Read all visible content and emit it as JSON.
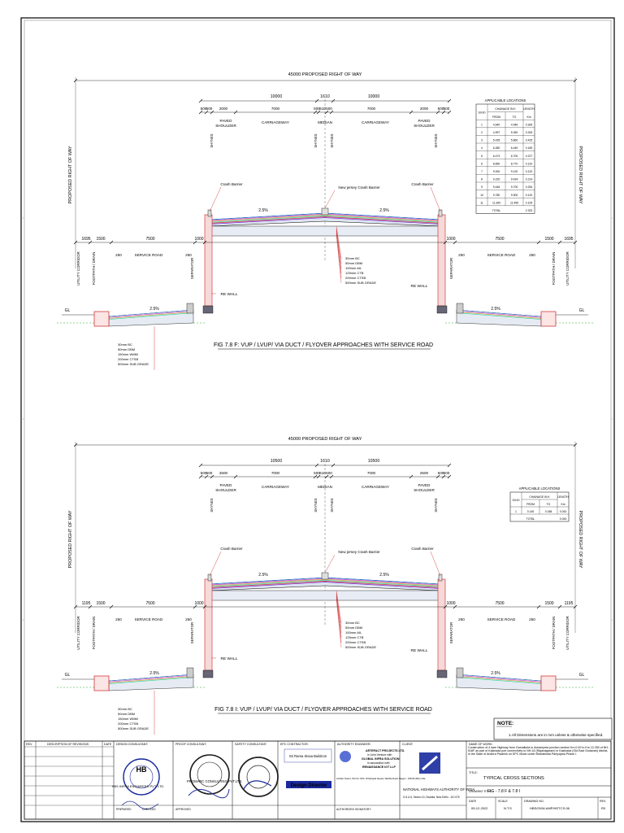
{
  "figures": [
    {
      "row_label": "45000 PROPOSED RIGHT OF WAY",
      "halves": [
        "10000",
        "10000"
      ],
      "median_total": "1610",
      "lanes": [
        "500",
        "500",
        "2000",
        "7000",
        "500",
        "610",
        "500",
        "7000",
        "2000",
        "500",
        "500"
      ],
      "service_dims": [
        "1695",
        "1500",
        "7500",
        "1000",
        "1000",
        "7500",
        "1500",
        "1695"
      ],
      "small_dims": [
        "250",
        "250",
        "250",
        "250"
      ],
      "caption": "FIG 7.8 F: VUP / LVUP/ VIA DUCT / FLYOVER APPROACHES WITH SERVICE ROAD"
    },
    {
      "row_label": "45000 PROPOSED RIGHT OF WAY",
      "halves": [
        "10500",
        "10500"
      ],
      "median_total": "1610",
      "lanes": [
        "500",
        "500",
        "2500",
        "7000",
        "500",
        "610",
        "500",
        "7000",
        "2500",
        "500",
        "500"
      ],
      "service_dims": [
        "1195",
        "1500",
        "7500",
        "1000",
        "1000",
        "7500",
        "1500",
        "1195"
      ],
      "small_dims": [
        "250",
        "250",
        "250",
        "250"
      ],
      "caption": "FIG 7.8 I: VUP / LVUP/ VIA DUCT / FLYOVER APPROACHES WITH SERVICE ROAD"
    }
  ],
  "labels": {
    "paved_shoulder": [
      "PAVED",
      "SHOULDER"
    ],
    "carriageway": "CARRIAGEWAY",
    "median": "MEDIAN",
    "service_road": "SERVICE ROAD",
    "crash_barrier": "Crash Barrier",
    "nj_barrier": "New jersey Crash Barrier",
    "re_wall": "RE WALL",
    "gl": "GL",
    "slope": "2.5%",
    "prow": "PROPOSED RIGHT OF WAY",
    "separator": "SEPARATOR",
    "footpath": "FOOTPATH / DRAIN",
    "utility": "UTILITY CORRIDOR",
    "main_layers": [
      "30mm BC",
      "50mm DBM",
      "100mm AIL",
      "125mm CTB",
      "200mm CTSB",
      "500mm SUB GRADE"
    ],
    "service_layers": [
      "30mm BC",
      "50mm DBM",
      "150mm WMM",
      "200mm CTSB",
      "500mm SUB GRADE"
    ]
  },
  "locations_table_1": {
    "title": "APPLICABLE LOCATIONS",
    "headers": [
      "Sl.NO",
      "CHAINAGE IN K",
      "LENGTH"
    ],
    "sub_headers": [
      "FROM",
      "TO",
      "Km"
    ],
    "rows": [
      [
        "1",
        "4.640",
        "4.946",
        "0.306"
      ],
      [
        "2",
        "4.997",
        "5.260",
        "0.263"
      ],
      [
        "3",
        "5.435",
        "5.860",
        "0.425"
      ],
      [
        "4",
        "6.280",
        "6.449",
        "0.169"
      ],
      [
        "5",
        "6.473",
        "6.700",
        "0.227"
      ],
      [
        "6",
        "8.650",
        "8.770",
        "0.120"
      ],
      [
        "7",
        "9.000",
        "9.120",
        "0.120"
      ],
      [
        "8",
        "9.220",
        "9.434",
        "0.214"
      ],
      [
        "9",
        "9.446",
        "9.700",
        "0.254"
      ],
      [
        "10",
        "9.780",
        "9.900",
        "0.120"
      ],
      [
        "11",
        "11.390",
        "11.495",
        "0.105"
      ]
    ],
    "total_label": "TOTAL",
    "total": "2.323"
  },
  "locations_table_2": {
    "title": "APPLICABLE LOCATIONS",
    "headers": [
      "Sl.NO",
      "CHAINAGE IN K",
      "LENGTH"
    ],
    "sub_headers": [
      "FROM",
      "TO",
      "Km"
    ],
    "rows": [
      [
        "1",
        "0.145",
        "0.188",
        "0.043"
      ]
    ],
    "total_label": "TOTAL",
    "total": "0.043"
  },
  "note": {
    "title": "NOTE:",
    "text": "1.All Dimensions are in mm unless & otherwise specified."
  },
  "title_block": {
    "rev": "REV.",
    "desc": "DESCRIPTION OF REVISIONS",
    "date_h": "DATE",
    "design_consultant": "DESIGN CONSULTANT:",
    "proof_consultant": "PROOF CONSULTANT:",
    "safety": "SAFETY CONSULTANT:",
    "epc": "EPC CONTRACTOR:",
    "authority_engineer": "AUTHORITY ENGINEER:",
    "client": "CLIENT:",
    "ae_text": [
      "ARTEFACT PROJECTS LTD.",
      "in Joint Venture with",
      "GLOBAL INFRA SOLUTION",
      "in association with",
      "RENAISSANCE IOT LLP"
    ],
    "ae_address": "Artefact Towers, Plot No. 54/3, Chhatrapati Square, Wardha Road, Nagpur - 440015 (MH) India",
    "design_director": "Design Director",
    "nhai": "NATIONAL HIGHWAYS AUTHORITY OF INDIA",
    "nhai_addr": "G-5 & 6, Sector-10, Dwarka, New Delhi - 110 075",
    "name_of_work_h": "NAME OF WORK:",
    "name_of_work": "Construction of 4 lane Highway from Gamalkota to Achampeta junction section Km 0.00 to Km 12.250 of NH-516F as part of Kakinada port connectivity to NH-16 (Rajanagaram) in Kakinada (Old East Godavari) district, in the State of Andhra Pradesh on EPC Mode under Bharatmala Pariyojana Phase I.",
    "title_h": "TITLE:",
    "title": "TYPICAL CROSS SECTIONS",
    "dwg_title_h": "DRAWING TITLE:",
    "dwg_title": "FIG - 7.8 F & 7.8 I",
    "date_label": "DATE",
    "date": "05-12-2022",
    "scale_label": "SCALE",
    "scale": "N.T.S",
    "drawing_no_label": "DRAWING NO.",
    "drawing_no": "HBS/GKM-AMP/HETCS-06",
    "rev_label": "REV.",
    "rev_no": "R0",
    "prepared": "PREPARED",
    "checked": "CHECKED",
    "approved": "APPROVED",
    "authorized": "AUTHORIZED SIGNATORY",
    "design_firm": "HBS INFRA ENGINEERS PVT. LTD.",
    "proof_firm": "PROMARC CONSULTING PVT.LTD."
  }
}
